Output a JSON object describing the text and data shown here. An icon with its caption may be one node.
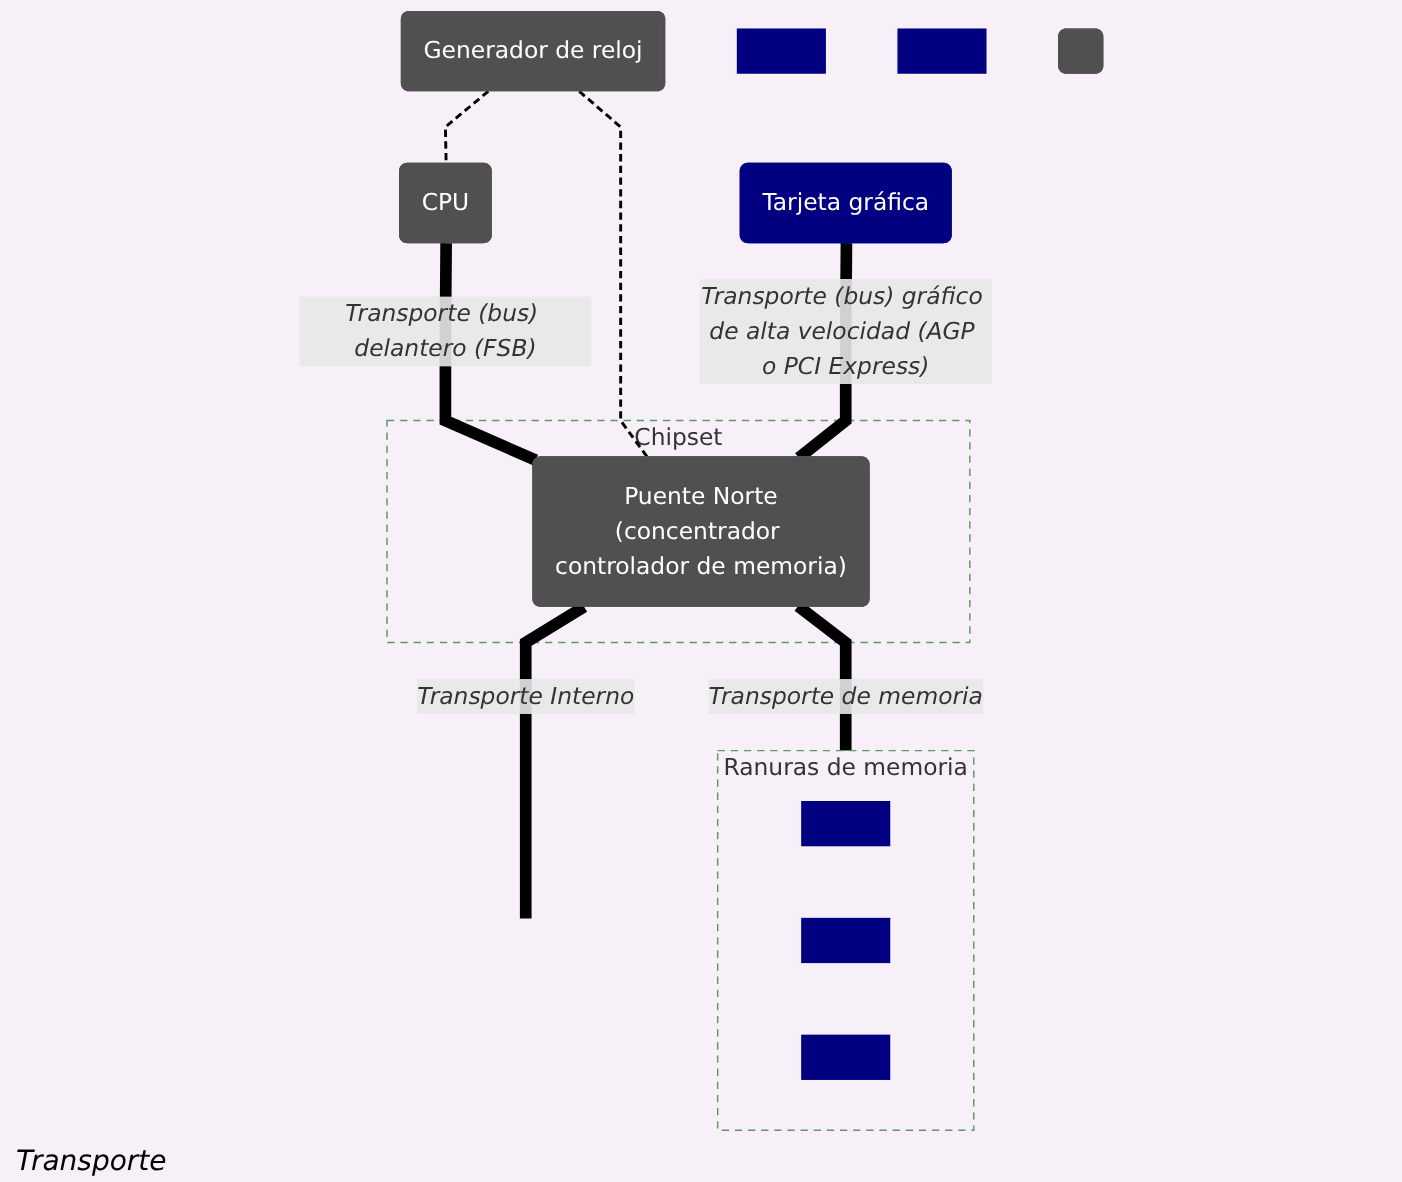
{
  "diagram": {
    "nodes": [
      {
        "text": [
          "CPU"
        ]
      },
      {
        "text": [
          "Generador de reloj"
        ]
      },
      {
        "text": [
          "Tarjeta gráfica"
        ]
      },
      {
        "text": [
          "Chipset"
        ]
      },
      {
        "text": [
          "Puente Norte",
          "(concentrador controlador de memoria)"
        ],
        "in": 3
      },
      {
        "text": [
          "Ranuras de memoria"
        ]
      },
      {
        "text": [],
        "shape": "bar",
        "in": 5
      },
      {
        "text": [],
        "shape": "bar",
        "in": 5
      },
      {
        "text": [],
        "shape": "bar",
        "in": 5
      },
      {
        "text": [],
        "shape": "bar"
      },
      {
        "text": [],
        "shape": "bar"
      },
      {
        "text": [],
        "shape": "box"
      }
    ],
    "edges": [
      {
        "from": 0,
        "to": 4,
        "arrow": "none",
        "label": "Transporte (bus) delantero (FSB)"
      },
      {
        "from": 1,
        "to": 0,
        "arrow": "none",
        "style": "dashed"
      },
      {
        "from": 1,
        "to": 4,
        "arrow": "none",
        "style": "dashed"
      },
      {
        "from": 2,
        "to": 4,
        "arrow": "none",
        "label": "Transporte (bus) gráfico de alta velocidad (AGP o PCI Express)"
      },
      {
        "from": 4,
        "to": 5,
        "arrow": "none",
        "label": "Transporte de memoria"
      },
      {
        "from": 4,
        "to": null,
        "arrow": "none",
        "label": "Transporte Interno"
      }
    ],
    "labels": [
      "Transporte"
    ]
  }
}
